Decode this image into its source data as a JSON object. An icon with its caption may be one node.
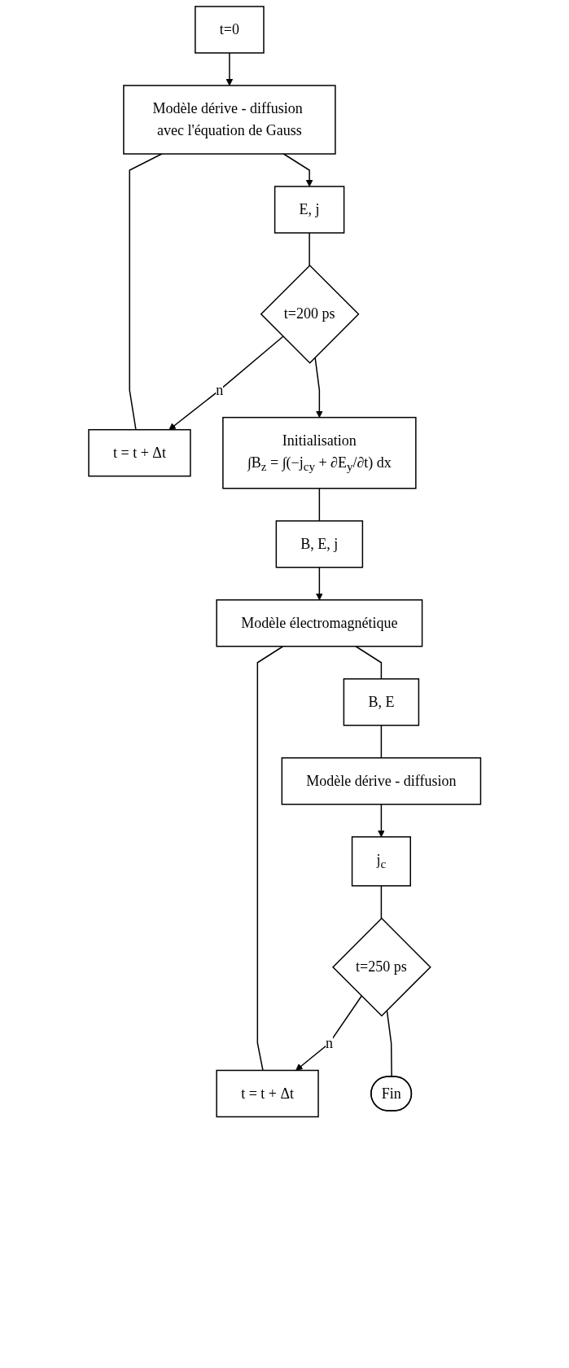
{
  "diagram": {
    "nodes": [
      {
        "text": [
          "t=0"
        ]
      },
      {
        "text": [
          "Modèle dérive - diffusion avec l'équation de Gauss"
        ]
      },
      {
        "text": [
          "E, j"
        ]
      },
      {
        "text": [
          "t=200 ps"
        ]
      },
      {
        "text": [
          "t = t + Δt"
        ]
      },
      {
        "text": [
          "Initialisation",
          "∫B$_{z}$ = ∫(−j$_{cy}$ + ∂E$_{y}$/∂t) dx"
        ]
      },
      {
        "text": [
          "B, E, j"
        ]
      },
      {
        "text": [
          "Modèle électromagnétique"
        ]
      },
      {
        "text": [
          "B, E"
        ]
      },
      {
        "text": [
          "Modèle dérive - diffusion"
        ]
      },
      {
        "text": [
          "j$_{c}$"
        ]
      },
      {
        "text": [
          "t=250 ps"
        ]
      },
      {
        "text": [
          "t = t + Δt"
        ]
      },
      {
        "text": [
          "Fin"
        ]
      }
    ],
    "edges": [
      {
        "from": 0,
        "to": 1,
        "arrow": "to"
      },
      {
        "from": 1,
        "to": 2,
        "arrow": "to"
      },
      {
        "from": 2,
        "to": 3,
        "arrow": "none"
      },
      {
        "from": 3,
        "to": 4,
        "arrow": "to",
        "label": "n"
      },
      {
        "from": 4,
        "to": 1,
        "arrow": "none"
      },
      {
        "from": 3,
        "to": 5,
        "arrow": "to"
      },
      {
        "from": 5,
        "to": 6,
        "arrow": "none"
      },
      {
        "from": 6,
        "to": 7,
        "arrow": "to"
      },
      {
        "from": 7,
        "to": 8,
        "arrow": "none"
      },
      {
        "from": 8,
        "to": 9,
        "arrow": "none"
      },
      {
        "from": 9,
        "to": 10,
        "arrow": "to"
      },
      {
        "from": 10,
        "to": 11,
        "arrow": "none"
      },
      {
        "from": 11,
        "to": 12,
        "arrow": "to",
        "label": "n"
      },
      {
        "from": 12,
        "to": 7,
        "arrow": "none"
      },
      {
        "from": 11,
        "to": 13,
        "arrow": "none"
      }
    ]
  }
}
